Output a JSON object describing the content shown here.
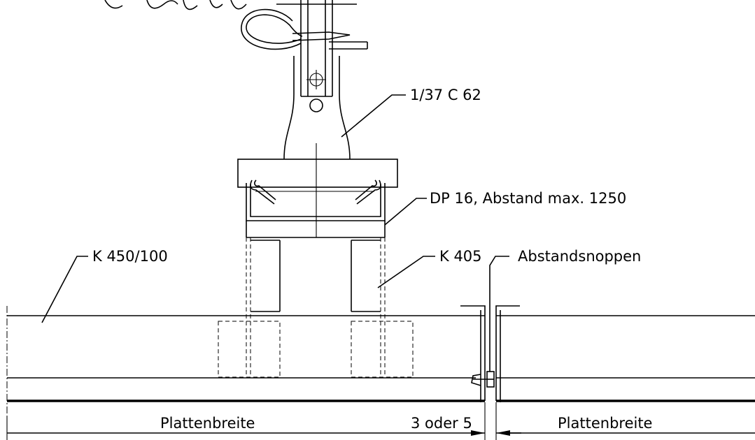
{
  "labels": {
    "hook": "1/37 C 62",
    "dowel_plate": "DP 16, Abstand max. 1250",
    "panel": "K 450/100",
    "bar": "K 405",
    "spacer": "Abstandsnoppen",
    "width_left": "Plattenbreite",
    "gap": "3 oder 5",
    "width_right": "Plattenbreite"
  }
}
